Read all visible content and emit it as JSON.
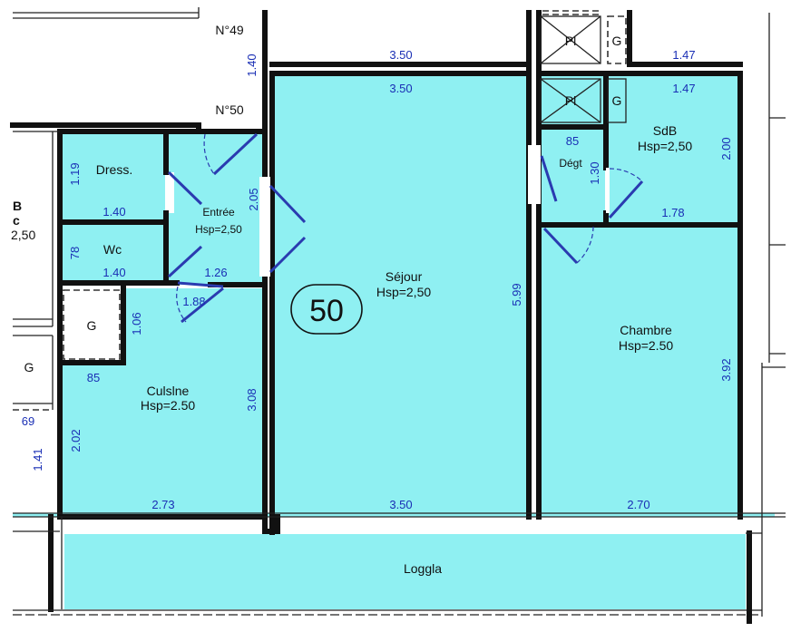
{
  "plan": {
    "unit_number": "50",
    "labels": {
      "n49": "N°49",
      "n50": "N°50",
      "dress": "Dress.",
      "wc": "Wc",
      "entree": "Entrée",
      "entree_h": "Hsp=2,50",
      "sejour": "Séjour",
      "sejour_h": "Hsp=2,50",
      "cuisine": "Culslne",
      "cuisine_h": "Hsp=2.50",
      "chambre": "Chambre",
      "chambre_h": "Hsp=2.50",
      "sdb": "SdB",
      "sdb_h": "Hsp=2,50",
      "degt": "Dégt",
      "loggia": "Loggla",
      "pl": "Pl",
      "g": "G",
      "left_b": "B",
      "left_c": "c",
      "left_h": "2,50"
    },
    "dims": {
      "top_350": "3.50",
      "top_147": "1.47",
      "v_140": "1.40",
      "sej_350_top": "3.50",
      "sdb_147": "1.47",
      "dress_119": "1.19",
      "dress_140": "1.40",
      "entree_205": "2.05",
      "wc_78": "78",
      "wc_140": "1.40",
      "entree_126": "1.26",
      "door_188": "1.88",
      "cuis_106": "1.06",
      "cuis_85": "85",
      "degt_85": "85",
      "degt_130": "1.30",
      "sdb_200": "2.00",
      "sdb_178": "1.78",
      "sej_599": "5.99",
      "ch_392": "3.92",
      "cuis_308": "3.08",
      "cuis_202": "2.02",
      "left_69": "69",
      "left_141": "1.41",
      "cuis_273": "2.73",
      "sej_350_bot": "3.50",
      "ch_270": "2.70"
    }
  }
}
